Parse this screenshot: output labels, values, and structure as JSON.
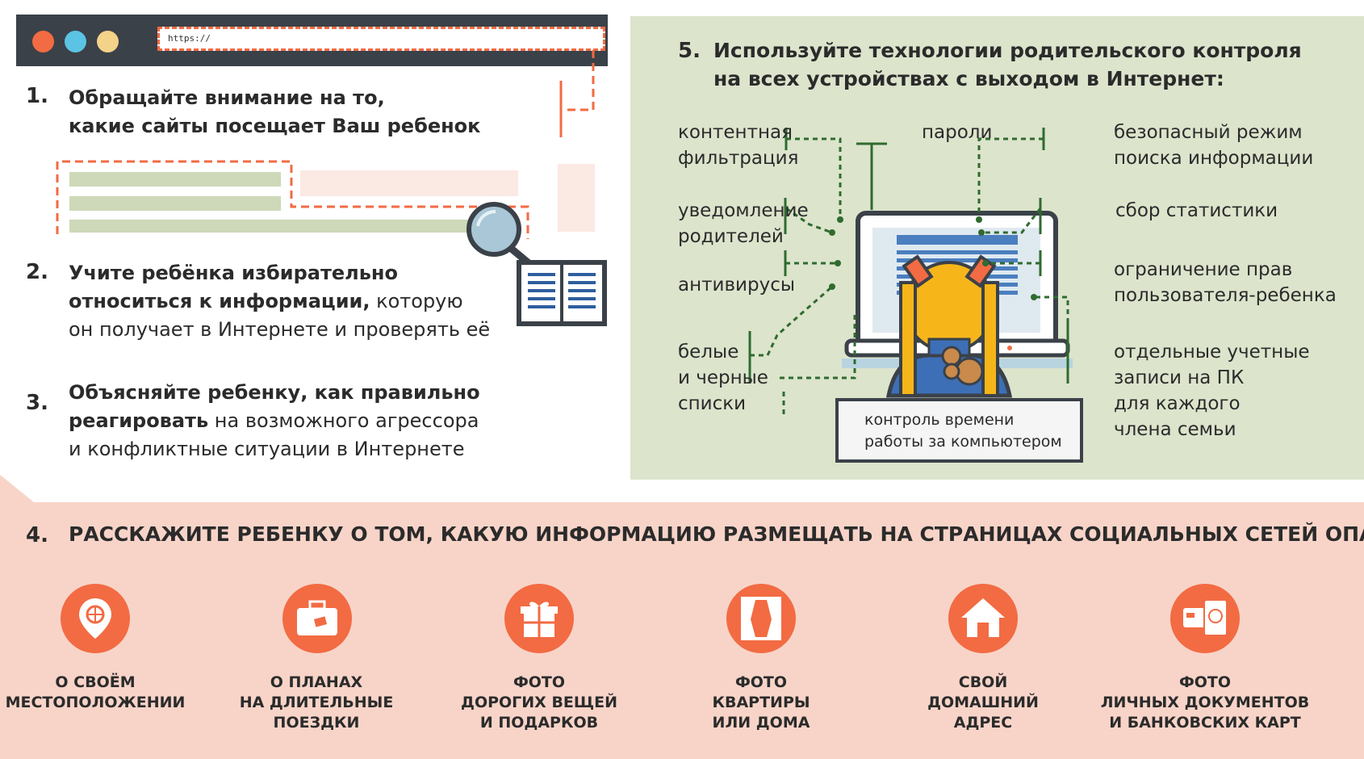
{
  "browser": {
    "url": "https://",
    "colors": {
      "dot1": "#f26b43",
      "dot2": "#5bc3e3",
      "dot3": "#f3d28a"
    }
  },
  "tip1": {
    "number": "1.",
    "line1": "Обращайте внимание на то,",
    "line2": "какие сайты посещает Ваш ребенок"
  },
  "tip2": {
    "number": "2.",
    "bold1": "Учите ребёнка избирательно",
    "bold2": "относиться к информации,",
    "rest2": " которую",
    "line3": "он получает в Интернете и проверять её"
  },
  "tip3": {
    "number": "3.",
    "bold1": "Объясняйте ребенку, как правильно",
    "bold2": "реагировать",
    "rest2": " на возможного агрессора",
    "line3": "и конфликтные ситуации в Интернете"
  },
  "tip5": {
    "number": "5.",
    "line1": "Используйте технологии родительского контроля",
    "line2": "на всех устройствах с выходом в Интернет:"
  },
  "controls": {
    "content_filter": {
      "l1": "контентная",
      "l2": "фильтрация"
    },
    "passwords": "пароли",
    "safe_search": {
      "l1": "безопасный режим",
      "l2": "поиска информации"
    },
    "parent_notify": {
      "l1": "уведомление",
      "l2": "родителей"
    },
    "statistics": "сбор статистики",
    "antivirus": "антивирусы",
    "rights": {
      "l1": "ограничение прав",
      "l2": "пользователя-ребенка"
    },
    "lists": {
      "l1": "белые",
      "l2": "и черные",
      "l3": "списки"
    },
    "accounts": {
      "l1": "отдельные учетные",
      "l2": "записи на ПК",
      "l3": "для каждого",
      "l4": "члена семьи"
    },
    "time": {
      "l1": "контроль времени",
      "l2": "работы за компьютером"
    }
  },
  "tip4": {
    "number": "4.",
    "title": "РАССКАЖИТЕ РЕБЕНКУ О ТОМ, КАКУЮ ИНФОРМАЦИЮ РАЗМЕЩАТЬ НА СТРАНИЦАХ СОЦИАЛЬНЫХ СЕТЕЙ ОПАСНО:",
    "items": [
      {
        "icon": "location-pin-icon",
        "l1": "О СВОЁМ",
        "l2": "МЕСТОПОЛОЖЕНИИ",
        "l3": ""
      },
      {
        "icon": "suitcase-icon",
        "l1": "О ПЛАНАХ",
        "l2": "НА ДЛИТЕЛЬНЫЕ",
        "l3": "ПОЕЗДКИ"
      },
      {
        "icon": "gift-icon",
        "l1": "ФОТО",
        "l2": "ДОРОГИХ ВЕЩЕЙ",
        "l3": "И ПОДАРКОВ"
      },
      {
        "icon": "window-curtains-icon",
        "l1": "ФОТО",
        "l2": "КВАРТИРЫ",
        "l3": "ИЛИ ДОМА"
      },
      {
        "icon": "house-icon",
        "l1": "СВОЙ",
        "l2": "ДОМАШНИЙ",
        "l3": "АДРЕС"
      },
      {
        "icon": "passport-card-icon",
        "l1": "ФОТО",
        "l2": "ЛИЧНЫХ ДОКУМЕНТОВ",
        "l3": "И БАНКОВСКИХ КАРТ"
      }
    ]
  },
  "colors": {
    "accent": "#f26b43",
    "green": "#2f6b2f",
    "panel_green": "#dce4cc",
    "panel_pink": "#f8d4c8",
    "dark": "#3b4148"
  }
}
